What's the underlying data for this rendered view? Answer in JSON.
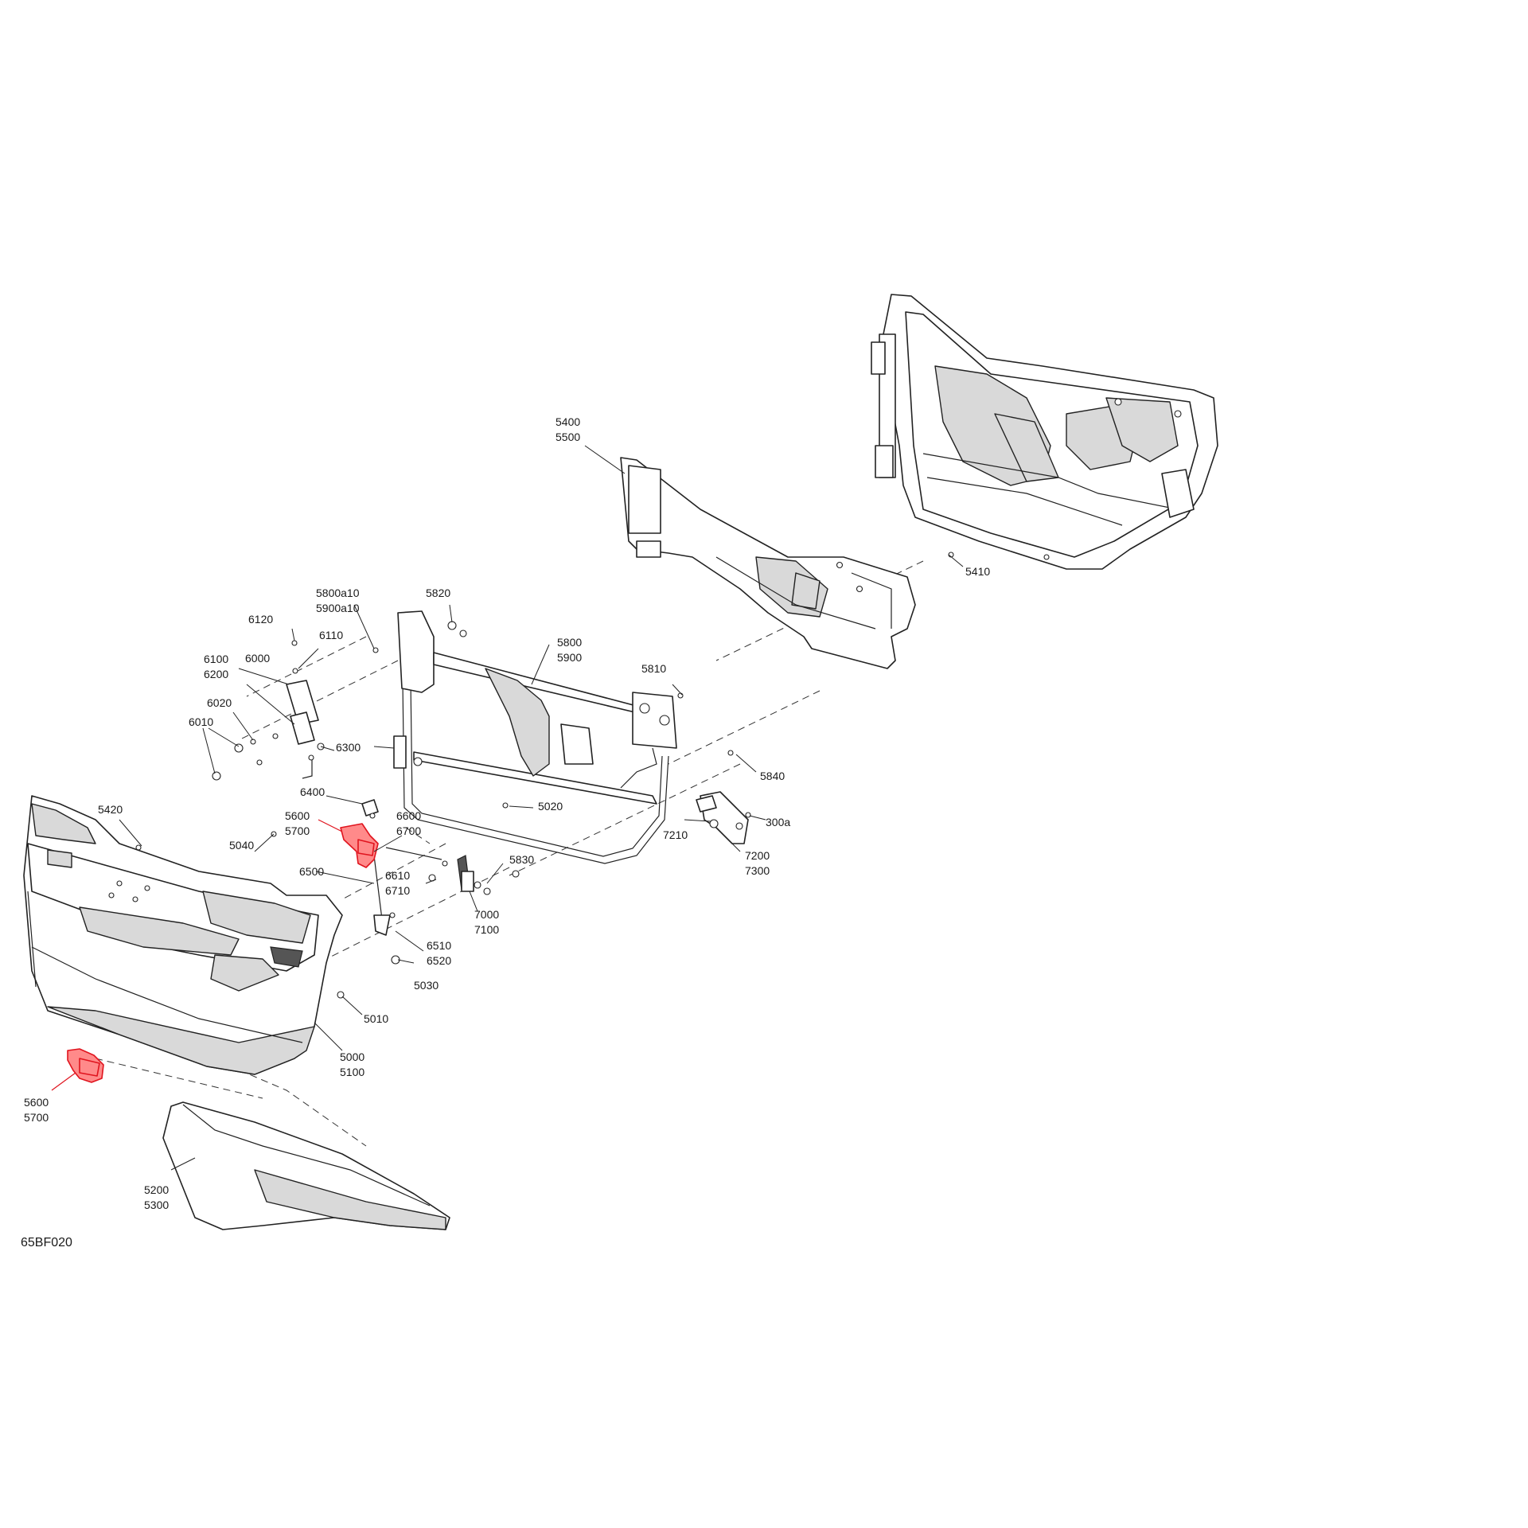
{
  "diagram_code": "65BF020",
  "labels": {
    "l_5400": [
      "5400",
      "5500"
    ],
    "l_5410": [
      "5410"
    ],
    "l_5800a10": [
      "5800a10",
      "5900a10"
    ],
    "l_5820": [
      "5820"
    ],
    "l_6120": [
      "6120"
    ],
    "l_6110": [
      "6110"
    ],
    "l_6100": [
      "6100",
      "6200"
    ],
    "l_6000": [
      "6000"
    ],
    "l_6020": [
      "6020"
    ],
    "l_6010": [
      "6010"
    ],
    "l_6300": [
      "6300"
    ],
    "l_5800": [
      "5800",
      "5900"
    ],
    "l_5810": [
      "5810"
    ],
    "l_5840": [
      "5840"
    ],
    "l_6400": [
      "6400"
    ],
    "l_5600_top": [
      "5600",
      "5700"
    ],
    "l_6600": [
      "6600",
      "6700"
    ],
    "l_5020": [
      "5020"
    ],
    "l_300a": [
      "300a"
    ],
    "l_5420": [
      "5420"
    ],
    "l_5040": [
      "5040"
    ],
    "l_6500": [
      "6500"
    ],
    "l_6610": [
      "6610",
      "6710"
    ],
    "l_5830": [
      "5830"
    ],
    "l_7210": [
      "7210"
    ],
    "l_7200": [
      "7200",
      "7300"
    ],
    "l_7000": [
      "7000",
      "7100"
    ],
    "l_6510": [
      "6510",
      "6520"
    ],
    "l_5030": [
      "5030"
    ],
    "l_5010": [
      "5010"
    ],
    "l_5000": [
      "5000",
      "5100"
    ],
    "l_5600_bottom": [
      "5600",
      "5700"
    ],
    "l_5200": [
      "5200",
      "5300"
    ]
  },
  "highlight_color": "#e0141e"
}
